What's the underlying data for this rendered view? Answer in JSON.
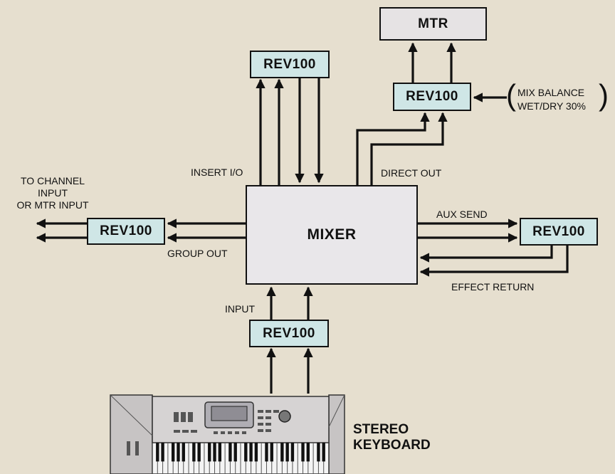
{
  "blocks": {
    "mtr": "MTR",
    "mixer": "MIXER",
    "rev_insert": "REV100",
    "rev_direct": "REV100",
    "rev_group": "REV100",
    "rev_aux": "REV100",
    "rev_input": "REV100"
  },
  "labels": {
    "insert_io": "INSERT I/O",
    "direct_out": "DIRECT OUT",
    "to_channel": [
      "TO CHANNEL",
      "INPUT",
      "OR MTR INPUT"
    ],
    "group_out": "GROUP OUT",
    "aux_send": "AUX SEND",
    "effect_return": "EFFECT RETURN",
    "input": "INPUT",
    "mix_balance": [
      "MIX BALANCE",
      "WET/DRY 30%"
    ],
    "stereo_keyboard": [
      "STEREO",
      "KEYBOARD"
    ]
  },
  "colors": {
    "background": "#e6dfcf",
    "rev_fill": "#cfe6e6",
    "box_fill": "#e9e7ea",
    "line": "#111111"
  }
}
